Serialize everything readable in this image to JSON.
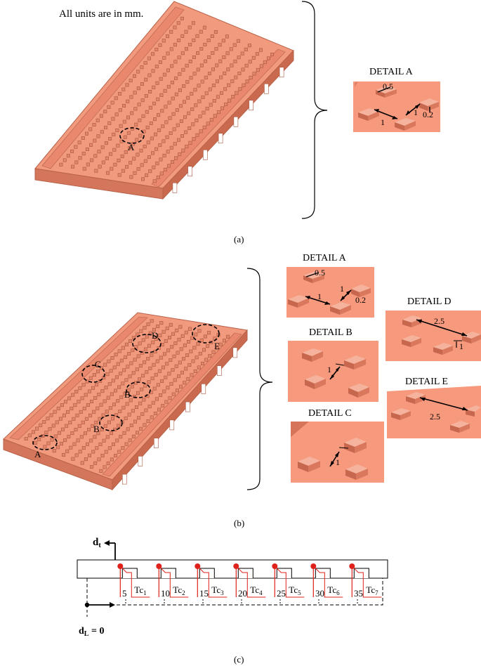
{
  "note": "All units are in mm.",
  "captions": {
    "a": "(a)",
    "b": "(b)",
    "c": "(c)"
  },
  "colors": {
    "plate": "#e9876a",
    "plate_top": "#f39a7d",
    "plate_side": "#c96a4e",
    "detail_bg": "#f7987c",
    "red": "#e0201b"
  },
  "panel_a": {
    "marker": "A",
    "detail": {
      "title": "DETAIL A",
      "dims": [
        "0.5",
        "1",
        "1",
        "0.2"
      ]
    }
  },
  "panel_b": {
    "markers": [
      "A",
      "B",
      "B",
      "C",
      "D",
      "E"
    ],
    "details": {
      "A": {
        "title": "DETAIL A",
        "dims": [
          "0.5",
          "1",
          "1",
          "0.2"
        ]
      },
      "B": {
        "title": "DETAIL B",
        "dims": [
          "1"
        ]
      },
      "C": {
        "title": "DETAIL C",
        "dims": [
          "1"
        ]
      },
      "D": {
        "title": "DETAIL D",
        "dims": [
          "2.5",
          "1"
        ]
      },
      "E": {
        "title": "DETAIL E",
        "dims": [
          "2.5"
        ]
      }
    }
  },
  "panel_c": {
    "dt_label": "d",
    "dt_sub": "t",
    "dl_label": "d",
    "dl_sub": "L",
    "dl_value": " = 0",
    "thermocouples": [
      {
        "name": "Tc",
        "sub": "1"
      },
      {
        "name": "Tc",
        "sub": "2"
      },
      {
        "name": "Tc",
        "sub": "3"
      },
      {
        "name": "Tc",
        "sub": "4"
      },
      {
        "name": "Tc",
        "sub": "5"
      },
      {
        "name": "Tc",
        "sub": "6"
      },
      {
        "name": "Tc",
        "sub": "7"
      }
    ],
    "ticks": [
      "5",
      "10",
      "15",
      "20",
      "25",
      "30",
      "35"
    ]
  }
}
